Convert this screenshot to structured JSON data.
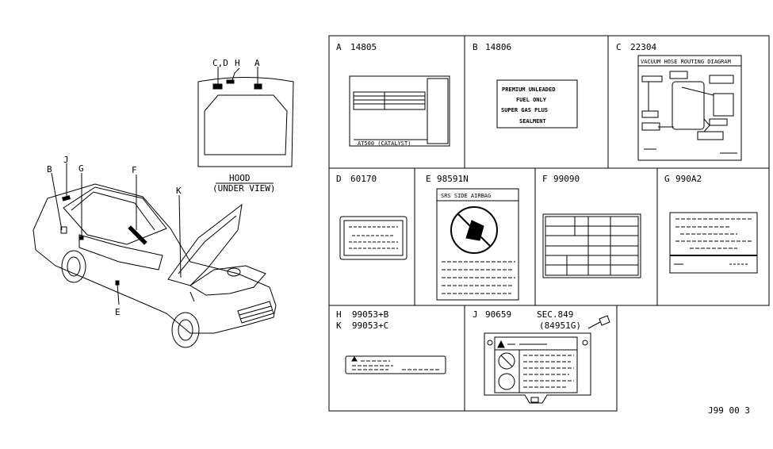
{
  "hood": {
    "title": "HOOD",
    "subtitle": "(UNDER VIEW)",
    "callouts": [
      "C,D",
      "H",
      "A"
    ]
  },
  "car_callouts": [
    "B",
    "J",
    "G",
    "F",
    "K",
    "E"
  ],
  "cells": {
    "A": {
      "letter": "A",
      "part": "14805",
      "label_text": "AT500 (CATALYST)"
    },
    "B": {
      "letter": "B",
      "part": "14806",
      "lines": [
        "PREMIUM UNLEADED",
        "FUEL ONLY",
        "SUPER GAS PLUS",
        "SEALMENT"
      ]
    },
    "C": {
      "letter": "C",
      "part": "22304",
      "label_title": "VACUUM HOSE ROUTING DIAGRAM"
    },
    "D": {
      "letter": "D",
      "part": "60170"
    },
    "E": {
      "letter": "E",
      "part": "98591N",
      "label_title": "SRS SIDE AIRBAG"
    },
    "F": {
      "letter": "F",
      "part": "99090"
    },
    "G": {
      "letter": "G",
      "part": "990A2"
    },
    "HK": {
      "line1": "H  99053+B",
      "line2": "K  99053+C"
    },
    "J": {
      "letter": "J",
      "part": "90659",
      "sec": "SEC.849",
      "sec_part": "(84951G)"
    }
  },
  "footer_code": "J99 00 3"
}
